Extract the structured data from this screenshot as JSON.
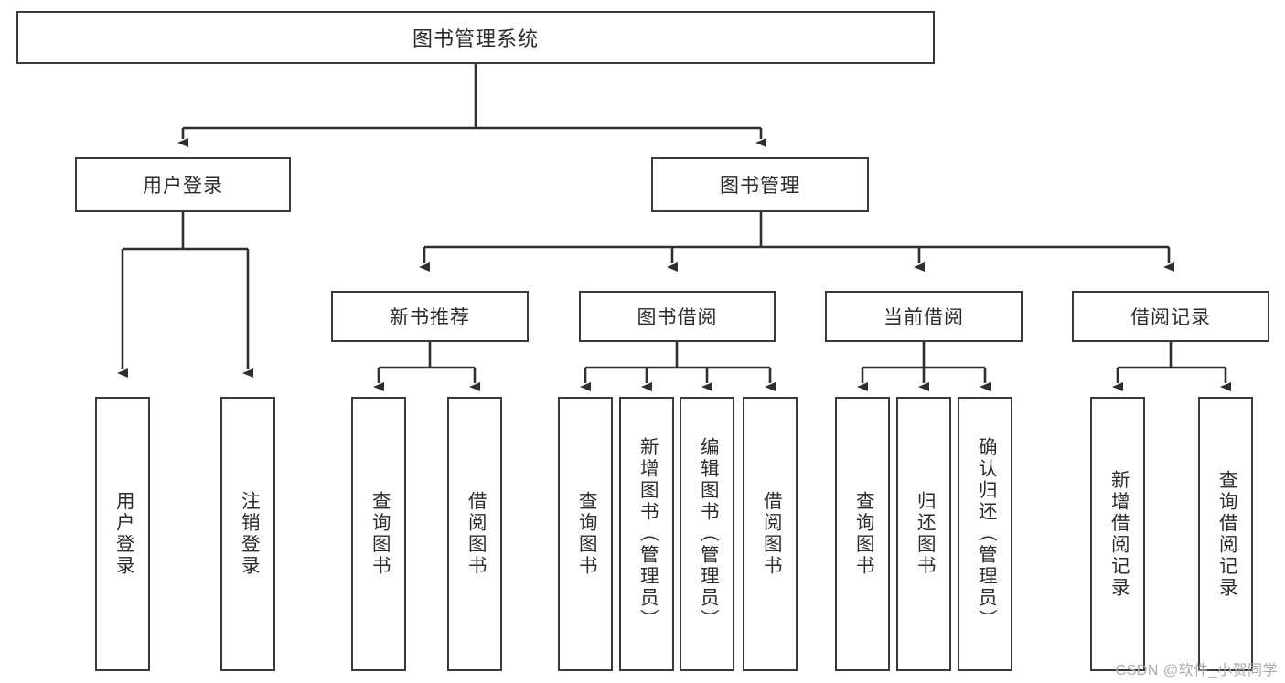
{
  "diagram": {
    "type": "tree-hierarchy-flowchart",
    "title": "图书管理系统",
    "watermark": "CSDN @软件_小贺同学",
    "colors": {
      "box_border": "#3a3a3a",
      "box_fill": "#ffffff",
      "connector": "#2f2f2f",
      "text": "#2b2b2b",
      "watermark": "#a9a9a9",
      "background": "#ffffff"
    },
    "root": {
      "id": "root",
      "label": "图书管理系统",
      "orientation": "horizontal"
    },
    "tier1": [
      {
        "id": "user-login",
        "label": "用户登录",
        "orientation": "horizontal"
      },
      {
        "id": "book-management",
        "label": "图书管理",
        "orientation": "horizontal"
      }
    ],
    "tier2": [
      {
        "id": "new-book-recommend",
        "label": "新书推荐",
        "orientation": "horizontal",
        "parent": "book-management"
      },
      {
        "id": "book-borrow",
        "label": "图书借阅",
        "orientation": "horizontal",
        "parent": "book-management"
      },
      {
        "id": "current-borrow",
        "label": "当前借阅",
        "orientation": "horizontal",
        "parent": "book-management"
      },
      {
        "id": "borrow-record",
        "label": "借阅记录",
        "orientation": "horizontal",
        "parent": "book-management"
      }
    ],
    "leaves": [
      {
        "id": "leaf-user-login",
        "label": "用户登录",
        "parent": "user-login",
        "orientation": "vertical"
      },
      {
        "id": "leaf-logout",
        "label": "注销登录",
        "parent": "user-login",
        "orientation": "vertical"
      },
      {
        "id": "leaf-query-book-1",
        "label": "查询图书",
        "parent": "new-book-recommend",
        "orientation": "vertical"
      },
      {
        "id": "leaf-borrow-book-1",
        "label": "借阅图书",
        "parent": "new-book-recommend",
        "orientation": "vertical"
      },
      {
        "id": "leaf-query-book-2",
        "label": "查询图书",
        "parent": "book-borrow",
        "orientation": "vertical"
      },
      {
        "id": "leaf-add-book",
        "label": "新增图书（管理员）",
        "parent": "book-borrow",
        "orientation": "vertical"
      },
      {
        "id": "leaf-edit-book",
        "label": "编辑图书（管理员）",
        "parent": "book-borrow",
        "orientation": "vertical"
      },
      {
        "id": "leaf-borrow-book-2",
        "label": "借阅图书",
        "parent": "book-borrow",
        "orientation": "vertical"
      },
      {
        "id": "leaf-query-book-3",
        "label": "查询图书",
        "parent": "current-borrow",
        "orientation": "vertical"
      },
      {
        "id": "leaf-return-book",
        "label": "归还图书",
        "parent": "current-borrow",
        "orientation": "vertical"
      },
      {
        "id": "leaf-confirm-return",
        "label": "确认归还（管理员）",
        "parent": "current-borrow",
        "orientation": "vertical"
      },
      {
        "id": "leaf-add-record",
        "label": "新增借阅记录",
        "parent": "borrow-record",
        "orientation": "vertical"
      },
      {
        "id": "leaf-query-record",
        "label": "查询借阅记录",
        "parent": "borrow-record",
        "orientation": "vertical"
      }
    ]
  }
}
